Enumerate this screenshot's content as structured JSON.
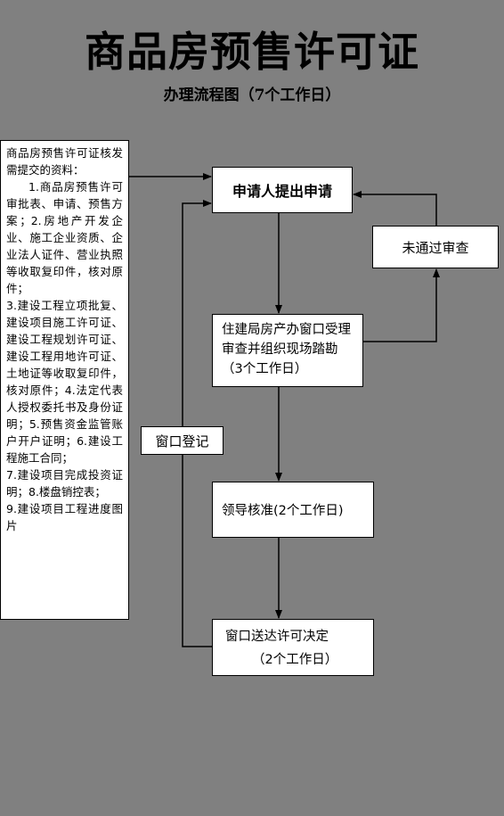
{
  "title": "商品房预售许可证",
  "subtitle": "办理流程图（7个工作日）",
  "nodes": {
    "docs": {
      "lines": [
        "商品房预售许可证核发需提交的资料：",
        "1.商品房预售许可审批表、申请、预售方案；2.房地产开发企业、施工企业资质、企业法人证件、营业执照等收取复印件，核对原件；",
        "3.建设工程立项批复、建设项目施工许可证、建设工程规划许可证、建设工程用地许可证、土地证等收取复印件，核对原件；4.法定代表人授权委托书及身份证明；5.预售资金监管账户开户证明；6.建设工程施工合同；",
        "7.建设项目完成投资证明；8.楼盘销控表；",
        "9.建设项目工程进度图片"
      ]
    },
    "apply": "申请人提出申请",
    "reject": "未通过审查",
    "review": "住建局房产办窗口受理审查并组织现场踏勘（3个工作日）",
    "register": "窗口登记",
    "approve": "领导核准(2个工作日)",
    "deliver": {
      "line1": "窗口送达许可决定",
      "line2": "（2个工作日）"
    }
  },
  "colors": {
    "background": "#808080",
    "box": "#ffffff",
    "line": "#000000"
  }
}
